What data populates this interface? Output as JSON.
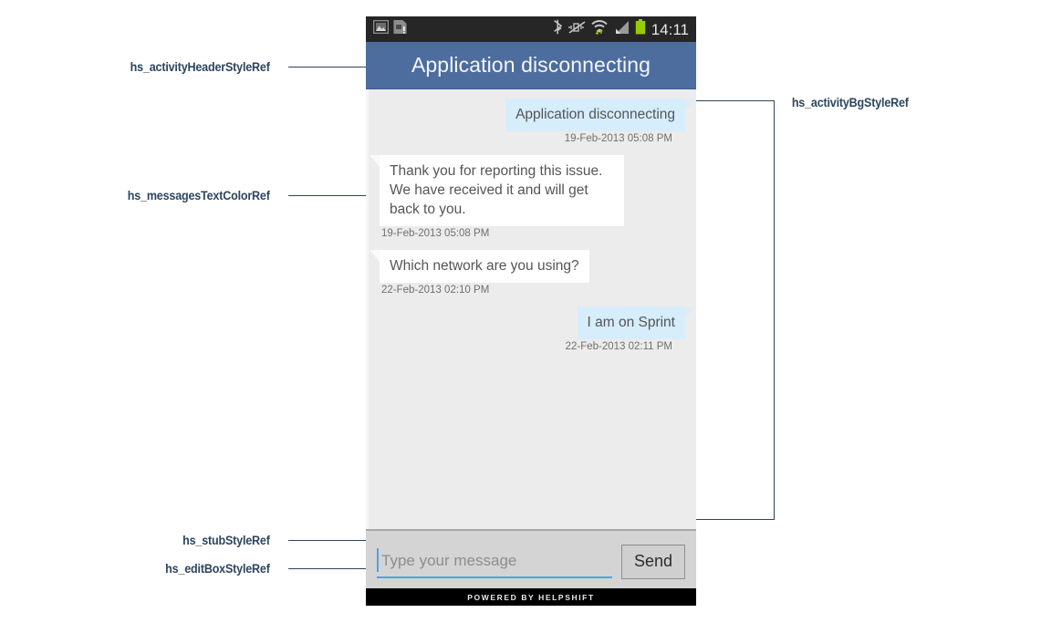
{
  "device": {
    "statusbar": {
      "left_icons": [
        "gallery-image-icon",
        "sim-card-alert-icon"
      ],
      "right_icons": [
        "bluetooth-icon",
        "vibrate-mute-icon",
        "wifi-data-icon",
        "cellular-signal-icon",
        "battery-full-icon"
      ],
      "clock": "14:11",
      "bg_color": "#262626",
      "battery_color": "#99cc00"
    },
    "header": {
      "title": "Application disconnecting",
      "bg_color": "#4d6d9e",
      "text_color": "#f4f6f9"
    },
    "chat": {
      "bg_color": "#ececec",
      "messages": [
        {
          "direction": "out",
          "text": "Application disconnecting",
          "timestamp": "19-Feb-2013 05:08 PM",
          "bubble_color": "#d6edfb"
        },
        {
          "direction": "in",
          "text": "Thank you for reporting this issue. We have received it and will get back to you.",
          "timestamp": "19-Feb-2013 05:08 PM",
          "bubble_color": "#ffffff"
        },
        {
          "direction": "in",
          "text": "Which network are you using?",
          "timestamp": "22-Feb-2013 02:10 PM",
          "bubble_color": "#ffffff"
        },
        {
          "direction": "out",
          "text": "I am on Sprint",
          "timestamp": "22-Feb-2013 02:11 PM",
          "bubble_color": "#d6edfb"
        }
      ]
    },
    "composer": {
      "input_value": "",
      "input_placeholder": "Type your message",
      "send_label": "Send",
      "underline_color": "#4aa3e8",
      "area_color": "#d4d4d4"
    },
    "footer": {
      "branding": "POWERED BY HELPSHIFT",
      "bg_color": "#000000"
    }
  },
  "annotations": {
    "accent_color": "#2c455f",
    "items": [
      {
        "label": "hs_activityHeaderStyleRef"
      },
      {
        "label": "hs_messagesTextColorRef"
      },
      {
        "label": "hs_stubStyleRef"
      },
      {
        "label": "hs_editBoxStyleRef"
      },
      {
        "label": "hs_activityBgStyleRef"
      }
    ]
  }
}
